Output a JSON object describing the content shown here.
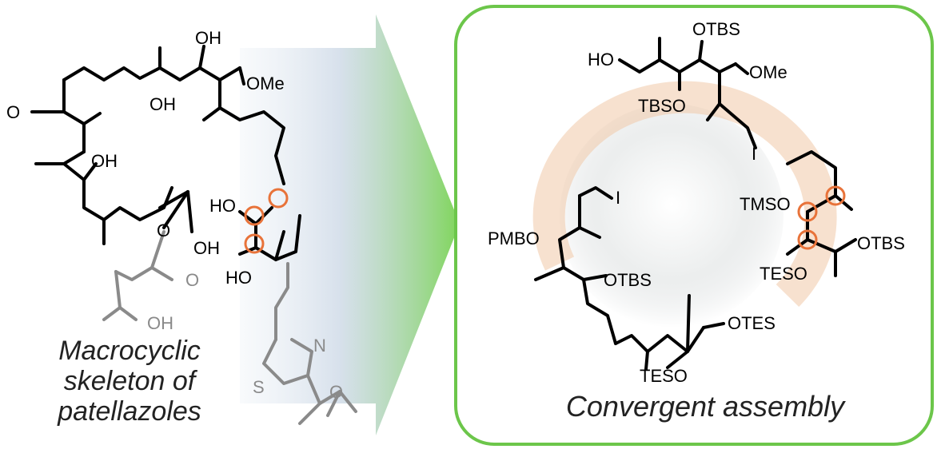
{
  "caption_left": {
    "line1": "Macrocyclic",
    "line2": "skeleton of",
    "line3": "patellazoles"
  },
  "caption_right": "Convergent assembly",
  "labels_left": {
    "oh_top": "OH",
    "ome": "OMe",
    "oh_mid": "OH",
    "ketone_o": "O",
    "oh_left": "OH",
    "ho_1": "HO",
    "oh_right": "OH",
    "ho_2": "HO",
    "ester_o1": "O",
    "ester_o2": "O",
    "oh_grey": "OH",
    "thiazole_n": "N",
    "thiazole_s": "S",
    "epoxide_o": "O"
  },
  "labels_right": {
    "ho": "HO",
    "otbs_top": "OTBS",
    "ome": "OMe",
    "tbso": "TBSO",
    "iodo_1": "I",
    "iodo_2": "I",
    "pmbo": "PMBO",
    "tmso": "TMSO",
    "otbs_mid": "OTBS",
    "otbs_right": "OTBS",
    "teso_1": "TESO",
    "otes": "OTES",
    "teso_2": "TESO"
  },
  "colors": {
    "green_frame": "#6cc64a",
    "arrow_green": "#7fd65a",
    "arrow_fade": "#b7c8dc",
    "highlight_orange": "#e8733a",
    "grey_fragment": "#8a8a8a",
    "swirl_peach": "#f0c9a8"
  }
}
